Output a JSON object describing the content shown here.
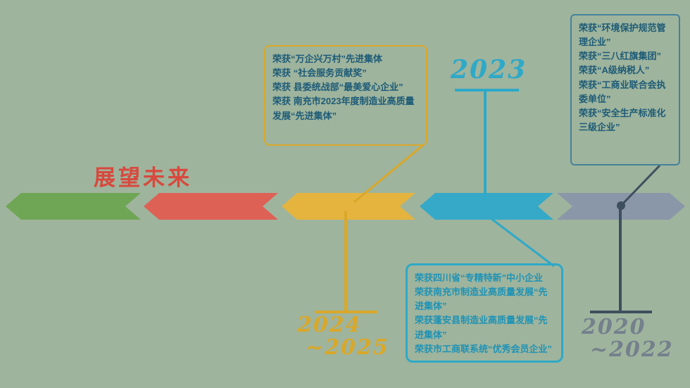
{
  "page": {
    "background": "#9FB49D"
  },
  "title": {
    "text": "展望未来",
    "color": "#D8493E"
  },
  "years": {
    "y2023": {
      "label": "2023",
      "color": "#2EA9C7"
    },
    "y2024_2025": {
      "line1": "2024",
      "line2": "~2025",
      "color": "#D9A82A"
    },
    "y2020_2022": {
      "line1": "2020",
      "line2": "~2022",
      "color": "#74808C"
    }
  },
  "connectors": {
    "dark": "#3E4F5E",
    "gold": "#D9A82A",
    "teal": "#2EA9C7"
  },
  "arrows": [
    {
      "id": "green",
      "color": "#6FA655",
      "direction": "left"
    },
    {
      "id": "red",
      "color": "#DE6156",
      "direction": "left"
    },
    {
      "id": "yellow",
      "color": "#E4B43F",
      "direction": "left"
    },
    {
      "id": "teal",
      "color": "#35A9C7",
      "direction": "left"
    },
    {
      "id": "gray",
      "color": "#8A97A8",
      "direction": "right"
    }
  ],
  "callouts": {
    "awards_2024": {
      "border_color": "#D9A82A",
      "text_color": "#1D5B77",
      "items": [
        "荣获“万企兴万村”先进集体",
        "荣获 “社会服务贡献奖”",
        "荣获 县委统战部“最美爱心企业”",
        "荣获 南充市2023年度制造业高质量发展“先进集体”"
      ]
    },
    "awards_2020": {
      "border_color": "#44829B",
      "text_color": "#1D5B77",
      "items": [
        "荣获“环境保护规范管理企业”",
        "荣获“三八红旗集团”",
        "荣获“A级纳税人”",
        "荣获“工商业联合会执委单位”",
        "荣获“安全生产标准化三级企业”"
      ]
    },
    "awards_2023": {
      "border_color": "#2EA9C7",
      "text_color": "#1F93B5",
      "items": [
        "荣获四川省“专精特新”中小企业",
        "荣获南充市制造业高质量发展“先进集体”",
        "荣获蓬安县制造业高质量发展“先进集体”",
        "荣获市工商联系统“优秀会员企业”"
      ]
    }
  }
}
